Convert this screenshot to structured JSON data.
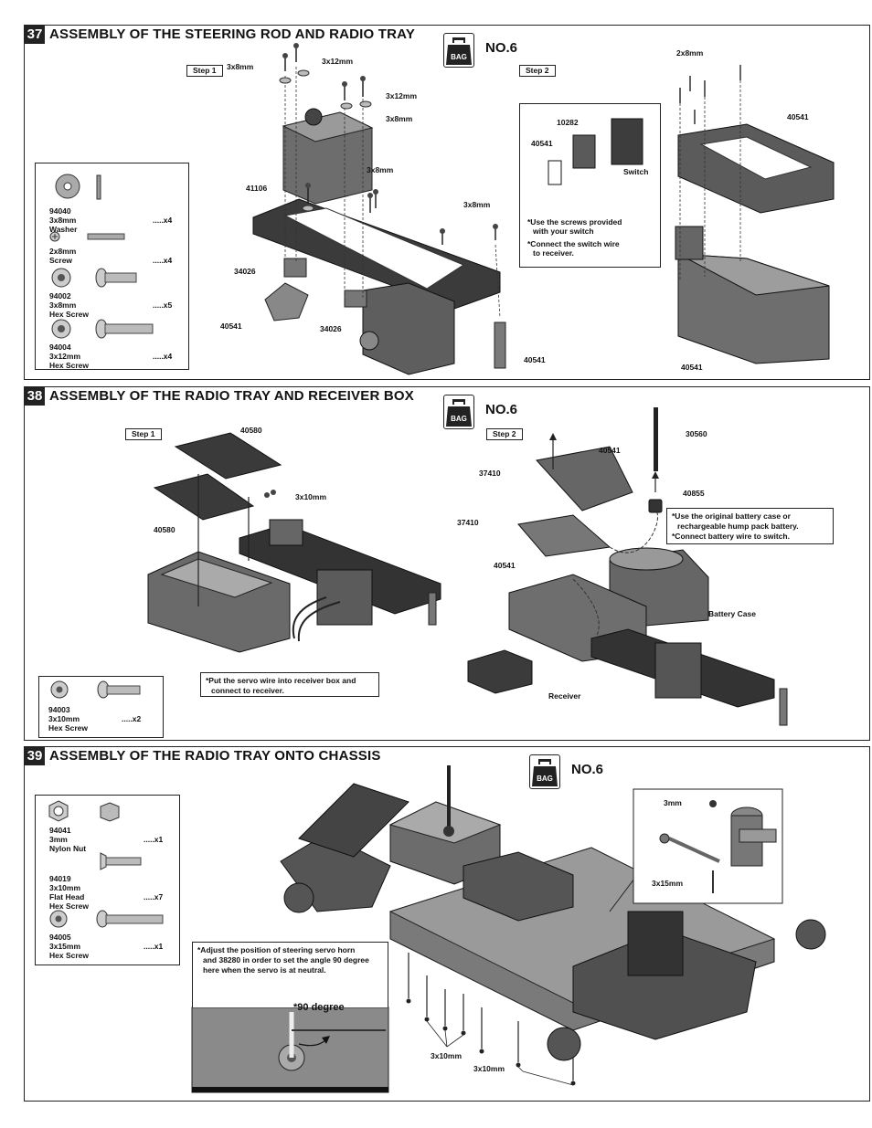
{
  "bag_label": "BAG",
  "s37": {
    "num": "37",
    "title": "ASSEMBLY OF THE STEERING ROD AND RADIO TRAY",
    "bag_no": "NO.6",
    "step1": "Step 1",
    "step2": "Step 2",
    "labels": {
      "l1": "3x8mm",
      "l2": "3x12mm",
      "l3": "3x12mm",
      "l4": "3x8mm",
      "l5": "3x8mm",
      "l6": "41106",
      "l7": "3x8mm",
      "l8": "34026",
      "l9": "40541",
      "l10": "34026",
      "l11": "40541",
      "l12": "2x8mm",
      "l13": "40541",
      "l14": "10282",
      "l15": "40541",
      "l16": "Switch",
      "l17": "40541"
    },
    "note1": "*Use the screws provided",
    "note2": "with your switch",
    "note3": "*Connect the switch wire",
    "note4": "to receiver.",
    "parts": {
      "p1a": "94040",
      "p1b": "3x8mm",
      "p1c": "Washer",
      "p1q": ".....x4",
      "p2a": "2x8mm",
      "p2b": "Screw",
      "p2q": ".....x4",
      "p3a": "94002",
      "p3b": "3x8mm",
      "p3c": "Hex Screw",
      "p3q": ".....x5",
      "p4a": "94004",
      "p4b": "3x12mm",
      "p4c": "Hex Screw",
      "p4q": ".....x4"
    }
  },
  "s38": {
    "num": "38",
    "title": "ASSEMBLY OF THE RADIO TRAY AND RECEIVER BOX",
    "bag_no": "NO.6",
    "step1": "Step 1",
    "step2": "Step 2",
    "labels": {
      "l1": "40580",
      "l2": "3x10mm",
      "l3": "40580",
      "l4": "40541",
      "l5": "30560",
      "l6": "37410",
      "l7": "40855",
      "l8": "37410",
      "l9": "40541",
      "l10": "Battery Case",
      "l11": "Receiver"
    },
    "note_a1": "*Use the original battery case or",
    "note_a2": "rechargeable hump pack battery.",
    "note_a3": "*Connect battery wire to switch.",
    "note_b1": "*Put the servo wire into receiver box and",
    "note_b2": "connect to receiver.",
    "parts": {
      "p1a": "94003",
      "p1b": "3x10mm",
      "p1c": "Hex Screw",
      "p1q": ".....x2"
    }
  },
  "s39": {
    "num": "39",
    "title": "ASSEMBLY OF THE RADIO TRAY ONTO CHASSIS",
    "bag_no": "NO.6",
    "labels": {
      "l1": "3mm",
      "l2": "3x15mm",
      "l3": "3x10mm",
      "l4": "3x10mm"
    },
    "note1": "*Adjust the position of steering servo horn",
    "note2": "and 38280 in order to set the angle 90 degree",
    "note3": "here when the servo is at neutral.",
    "deg": "*90 degree",
    "parts": {
      "p1a": "94041",
      "p1b": "3mm",
      "p1c": "Nylon Nut",
      "p1q": ".....x1",
      "p2a": "94019",
      "p2b": "3x10mm",
      "p2c": "Flat Head",
      "p2d": "Hex Screw",
      "p2q": ".....x7",
      "p3a": "94005",
      "p3b": "3x15mm",
      "p3c": "Hex Screw",
      "p3q": ".....x1"
    }
  }
}
